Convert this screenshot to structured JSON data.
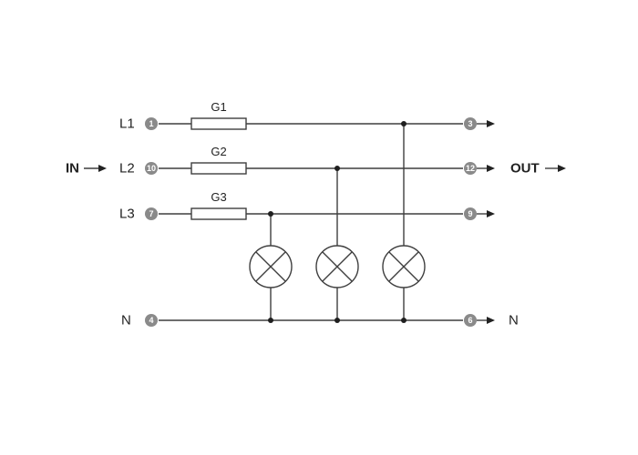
{
  "diagram": {
    "io": {
      "in_label": "IN",
      "out_label": "OUT"
    },
    "lines": [
      {
        "id": "l1",
        "label": "L1",
        "in_terminal": "1",
        "out_terminal": "3",
        "fuse": "G1"
      },
      {
        "id": "l2",
        "label": "L2",
        "in_terminal": "10",
        "out_terminal": "12",
        "fuse": "G2"
      },
      {
        "id": "l3",
        "label": "L3",
        "in_terminal": "7",
        "out_terminal": "9",
        "fuse": "G3"
      }
    ],
    "neutral": {
      "label_in": "N",
      "label_out": "N",
      "in_terminal": "4",
      "out_terminal": "6"
    },
    "lamps": [
      {
        "id": "lamp-l3",
        "connects": "L3"
      },
      {
        "id": "lamp-l2",
        "connects": "L2"
      },
      {
        "id": "lamp-l1",
        "connects": "L1"
      }
    ],
    "colors": {
      "wire": "#3f3f3f",
      "terminal": "#8a8a8a",
      "terminal_text": "#ffffff",
      "node": "#1f1f1f",
      "text": "#222222"
    }
  }
}
